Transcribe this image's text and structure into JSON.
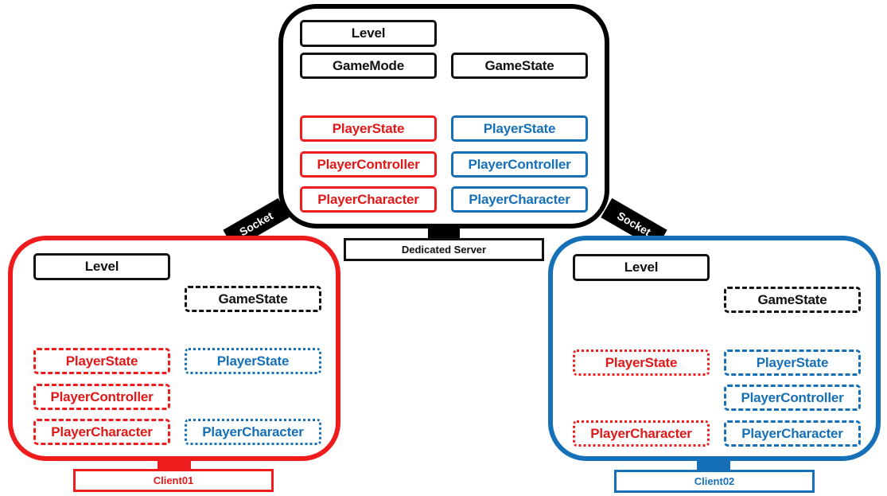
{
  "colors": {
    "server": "#111111",
    "client01": "#ee1c1c",
    "client02": "#1670b8"
  },
  "server": {
    "label": "Dedicated Server",
    "level": "Level",
    "game_mode": "GameMode",
    "game_state": "GameState",
    "player01": {
      "state": "PlayerState",
      "controller": "PlayerController",
      "character": "PlayerCharacter"
    },
    "player02": {
      "state": "PlayerState",
      "controller": "PlayerController",
      "character": "PlayerCharacter"
    }
  },
  "sockets": {
    "left": "Socket",
    "right": "Socket"
  },
  "client01": {
    "label": "Client01",
    "level": "Level",
    "game_state": "GameState",
    "own": {
      "state": "PlayerState",
      "controller": "PlayerController",
      "character": "PlayerCharacter"
    },
    "other": {
      "state": "PlayerState",
      "character": "PlayerCharacter"
    }
  },
  "client02": {
    "label": "Client02",
    "level": "Level",
    "game_state": "GameState",
    "other": {
      "state": "PlayerState",
      "character": "PlayerCharacter"
    },
    "own": {
      "state": "PlayerState",
      "controller": "PlayerController",
      "character": "PlayerCharacter"
    }
  }
}
